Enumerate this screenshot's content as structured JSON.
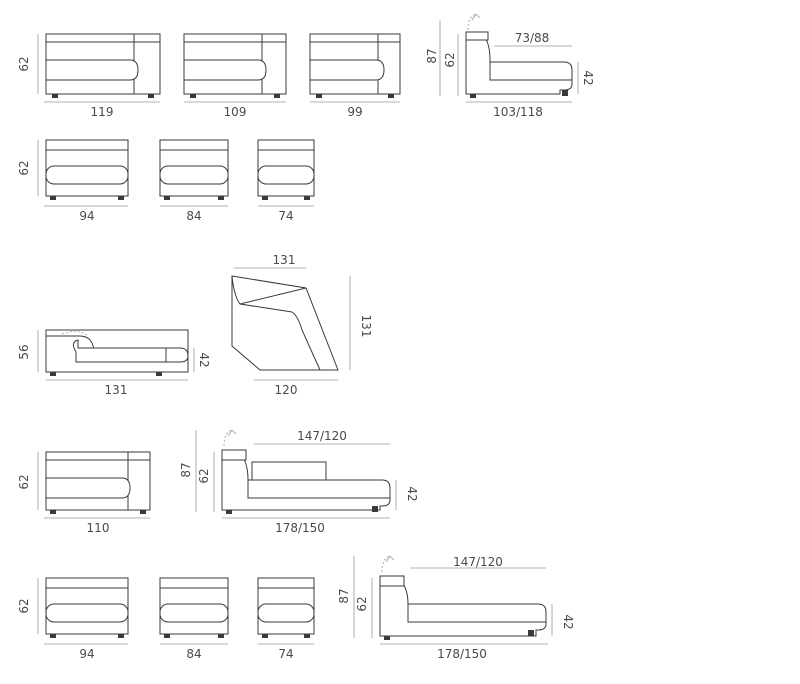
{
  "labels": {
    "r1_h": "62",
    "r1a_w": "119",
    "r1b_w": "109",
    "r1c_w": "99",
    "r1d_h87": "87",
    "r1d_h62": "62",
    "r1d_top": "73/88",
    "r1d_h42": "42",
    "r1d_w": "103/118",
    "r2_h": "62",
    "r2a_w": "94",
    "r2b_w": "84",
    "r2c_w": "74",
    "r3_h56": "56",
    "r3_h42": "42",
    "r3_w131": "131",
    "r3c_top": "131",
    "r3c_side": "131",
    "r3c_bot": "120",
    "r4_h": "62",
    "r4a_w": "110",
    "r4b_h87": "87",
    "r4b_h62": "62",
    "r4b_top": "147/120",
    "r4b_h42": "42",
    "r4b_w": "178/150",
    "r5_h": "62",
    "r5a_w": "94",
    "r5b_w": "84",
    "r5c_w": "74",
    "r5d_h87": "87",
    "r5d_h62": "62",
    "r5d_top": "147/120",
    "r5d_h42": "42",
    "r5d_w": "178/150"
  },
  "colors": {
    "line": "#3a3a3a",
    "dimension": "#9a9a9a",
    "text": "#4a4a4a",
    "background": "#ffffff"
  }
}
